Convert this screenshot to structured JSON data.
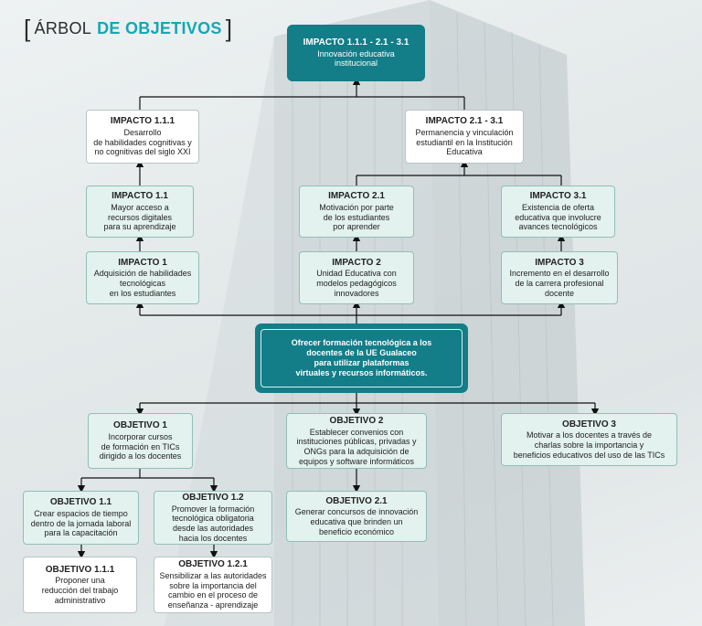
{
  "header": {
    "bracket_open": "[",
    "word1": "ÁRBOL",
    "word2": "DE OBJETIVOS",
    "bracket_close": "]"
  },
  "top": {
    "title": "IMPACTO 1.1.1 - 2.1 - 3.1",
    "desc": "Innovación educativa\ninstitucional"
  },
  "impacts": {
    "i111": {
      "title": "IMPACTO 1.1.1",
      "desc": "Desarrollo\nde  habilidades cognitivas y\nno cognitivas del siglo XXI"
    },
    "i2131": {
      "title": "IMPACTO 2.1 - 3.1",
      "desc": "Permanencia y vinculación\nestudiantil  en la Institución\nEducativa"
    },
    "i11": {
      "title": "IMPACTO 1.1",
      "desc": "Mayor acceso a\nrecursos digitales\npara su aprendizaje"
    },
    "i21": {
      "title": "IMPACTO 2.1",
      "desc": "Motivación por parte\nde los estudiantes\npor aprender"
    },
    "i31": {
      "title": "IMPACTO 3.1",
      "desc": "Existencia de oferta\neducativa que involucre\navances tecnológicos"
    },
    "i1": {
      "title": "IMPACTO 1",
      "desc": "Adquisición de habilidades\ntecnológicas\nen los estudiantes"
    },
    "i2": {
      "title": "IMPACTO 2",
      "desc": "Unidad Educativa con\nmodelos pedagógicos\ninnovadores"
    },
    "i3": {
      "title": "IMPACTO 3",
      "desc": "Incremento en el desarrollo\nde la carrera profesional\ndocente"
    }
  },
  "central": "Ofrecer formación tecnológica a los\ndocentes de la UE Gualaceo\npara utilizar plataformas\nvirtuales y recursos informáticos.",
  "objectives": {
    "o1": {
      "title": "OBJETIVO 1",
      "desc": "Incorporar cursos\nde formación en TICs\ndirigido a los docentes"
    },
    "o2": {
      "title": "OBJETIVO 2",
      "desc": "Establecer convenios con\ninstituciones públicas, privadas y\nONGs para la adquisición de\nequipos y software informáticos"
    },
    "o3": {
      "title": "OBJETIVO 3",
      "desc": "Motivar a los docentes a través de\ncharlas sobre la importancia y\nbeneficios educativos del uso de las TICs"
    },
    "o11": {
      "title": "OBJETIVO 1.1",
      "desc": "Crear espacios de tiempo\ndentro de la jornada laboral\npara la capacitación"
    },
    "o12": {
      "title": "OBJETIVO 1.2",
      "desc": "Promover la formación\ntecnológica obligatoria\ndesde las autoridades\nhacia los docentes"
    },
    "o21": {
      "title": "OBJETIVO 2.1",
      "desc": "Generar concursos de innovación\neducativa que brinden un\nbeneficio económico"
    },
    "o111": {
      "title": "OBJETIVO 1.1.1",
      "desc": "Proponer una\nreducción del trabajo\nadministrativo"
    },
    "o121": {
      "title": "OBJETIVO 1.2.1",
      "desc": "Sensibilizar a las autoridades\nsobre la importancia del\ncambio en el proceso de\nenseñanza - aprendizaje"
    }
  },
  "colors": {
    "accent": "#15a7b5",
    "dark_box": "#137d88",
    "light_box": "#e3f2ee",
    "line": "#111111"
  }
}
